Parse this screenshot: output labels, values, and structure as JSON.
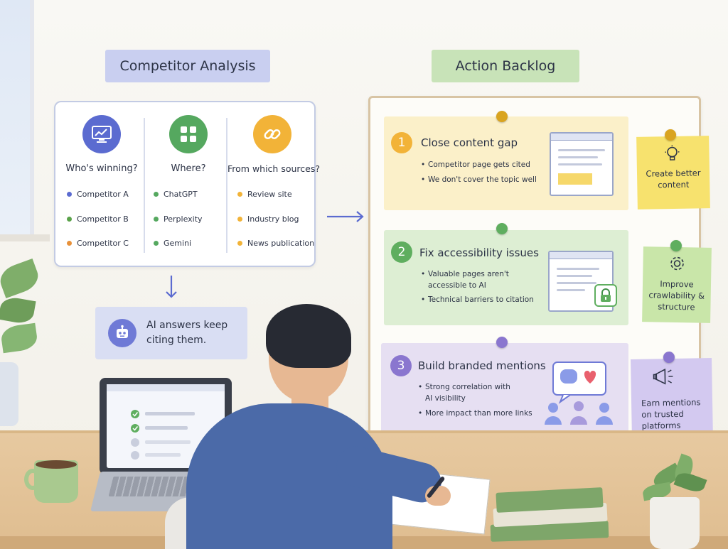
{
  "competitor_analysis": {
    "title": "Competitor Analysis",
    "columns": [
      {
        "heading": "Who's winning?",
        "icon": "chart-monitor-icon",
        "icon_color": "#5b6bd0",
        "items": [
          {
            "label": "Competitor A",
            "dot_color": "#5b6bd0"
          },
          {
            "label": "Competitor B",
            "dot_color": "#5aa24a"
          },
          {
            "label": "Competitor C",
            "dot_color": "#e8913a"
          }
        ]
      },
      {
        "heading": "Where?",
        "icon": "grid-apps-icon",
        "icon_color": "#55a85f",
        "items": [
          {
            "label": "ChatGPT",
            "dot_color": "#55a85f"
          },
          {
            "label": "Perplexity",
            "dot_color": "#55a85f"
          },
          {
            "label": "Gemini",
            "dot_color": "#55a85f"
          }
        ]
      },
      {
        "heading": "From which sources?",
        "icon": "link-icon",
        "icon_color": "#f2b338",
        "items": [
          {
            "label": "Review site",
            "dot_color": "#f2b338"
          },
          {
            "label": "Industry blog",
            "dot_color": "#f2b338"
          },
          {
            "label": "News publication",
            "dot_color": "#f2b338"
          }
        ]
      }
    ]
  },
  "ai_answers": {
    "text": "AI answers keep citing them.",
    "icon": "robot-icon"
  },
  "action_backlog": {
    "title": "Action Backlog",
    "cards": [
      {
        "number": "1",
        "title": "Close content gap",
        "bullets": [
          "Competitor page gets cited",
          "We don't cover the topic well"
        ],
        "accent": "#f2b338",
        "pin_color": "#d9a420",
        "sticky_icon": "lightbulb-icon",
        "sticky_text": "Create better content"
      },
      {
        "number": "2",
        "title": "Fix accessibility issues",
        "bullets": [
          "Valuable pages aren't accessible to AI",
          "Technical barriers to citation"
        ],
        "accent": "#5fae5f",
        "pin_color": "#5fae5f",
        "sticky_icon": "gear-icon",
        "sticky_text": "Improve crawlability & structure"
      },
      {
        "number": "3",
        "title": "Build branded mentions",
        "bullets": [
          "Strong correlation with AI visibility",
          "More impact than more links"
        ],
        "accent": "#8a76cf",
        "pin_color": "#8a76cf",
        "sticky_icon": "megaphone-icon",
        "sticky_text": "Earn mentions on trusted platforms"
      }
    ]
  }
}
